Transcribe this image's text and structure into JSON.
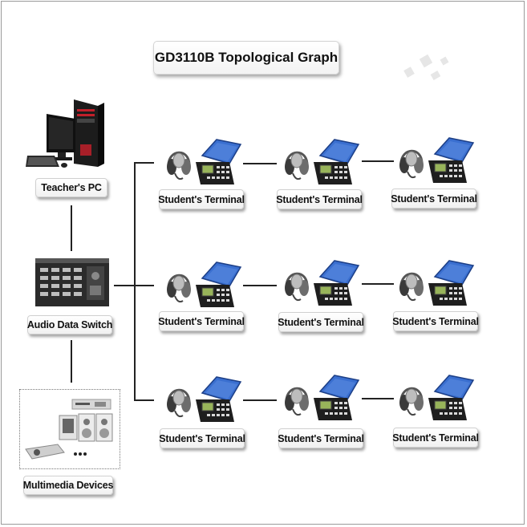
{
  "title": "GD3110B Topological Graph",
  "nodes": {
    "teachers_pc": "Teacher's PC",
    "audio_data_switch": "Audio Data Switch",
    "multimedia_devices": "Multimedia Devices"
  },
  "terminals": {
    "r1c1": "Student's Terminal",
    "r1c2": "Student's Terminal",
    "r1c3": "Student's Terminal",
    "r2c1": "Student's Terminal",
    "r2c2": "Student's Terminal",
    "r2c3": "Student's Terminal",
    "r3c1": "Student's Terminal",
    "r3c2": "Student's Terminal",
    "r3c3": "Student's Terminal"
  },
  "icons": {
    "pc": "desktop-computer-icon",
    "switch": "audio-switch-rack-icon",
    "devices": "multimedia-devices-icon",
    "headset": "headset-icon",
    "terminal": "student-terminal-device-icon"
  },
  "colors": {
    "terminal_lid": "#3a6fd0",
    "connector": "#222222",
    "pc_accent": "#c0202a"
  }
}
